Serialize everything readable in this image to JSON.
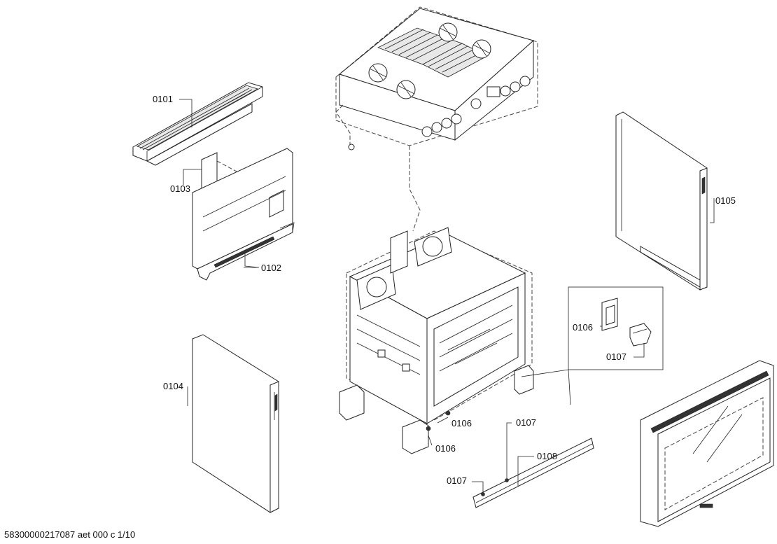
{
  "labels": {
    "p0101": "0101",
    "p0102": "0102",
    "p0103": "0103",
    "p0104": "0104",
    "p0105": "0105",
    "p0106_detail": "0106",
    "p0106_a": "0106",
    "p0106_b": "0106",
    "p0107_detail": "0107",
    "p0107_a": "0107",
    "p0107_b": "0107",
    "p0108": "0108"
  },
  "footer": "58300000217087 aet 000 c 1/10"
}
